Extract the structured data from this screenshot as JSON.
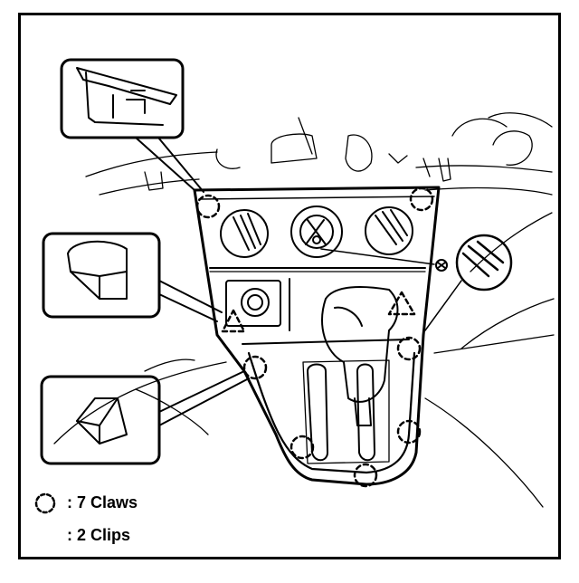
{
  "legend": {
    "claws_label": ": 7 Claws",
    "clips_label": ": 2 Clips"
  },
  "callouts": {
    "count": 3
  },
  "symbols": {
    "claw": "dashed-circle-icon",
    "clip": "dashed-triangle-icon"
  },
  "colors": {
    "line": "#000000",
    "background": "#ffffff"
  }
}
